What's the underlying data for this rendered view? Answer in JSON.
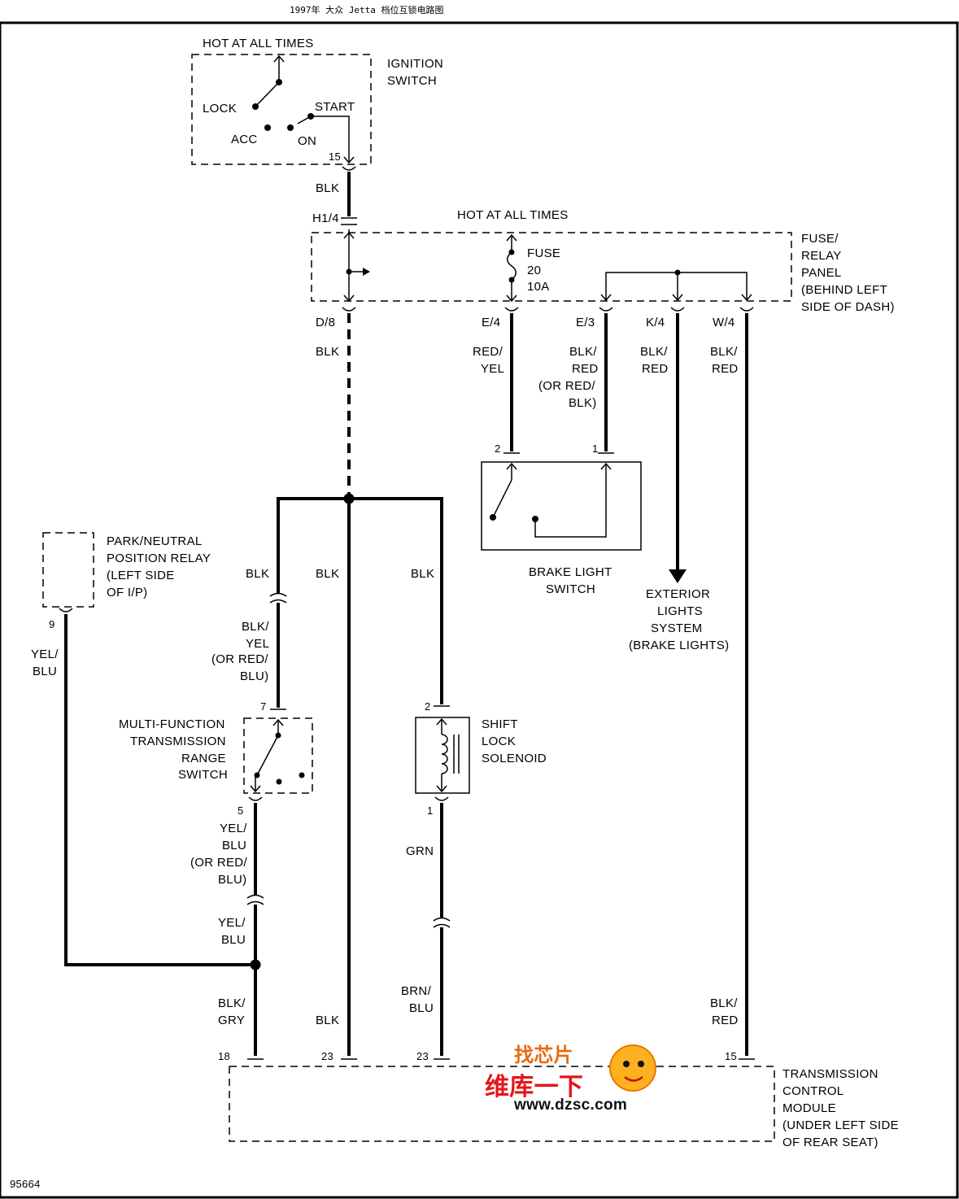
{
  "title": "1997年 大众 Jetta 档位互锁电路图",
  "diagram_id": "95664",
  "components": {
    "ignition_switch": {
      "label": [
        "IGNITION",
        "SWITCH"
      ],
      "hot": "HOT AT ALL TIMES",
      "positions": [
        "LOCK",
        "ACC",
        "START",
        "ON"
      ],
      "pin": "15"
    },
    "fuse_relay_panel": {
      "label": [
        "FUSE/",
        "RELAY",
        "PANEL",
        "(BEHIND LEFT",
        "SIDE OF DASH)"
      ],
      "hot": "HOT AT ALL TIMES",
      "fuse": [
        "FUSE",
        "20",
        "10A"
      ]
    },
    "brake_light_switch": {
      "label": [
        "BRAKE LIGHT",
        "SWITCH"
      ],
      "pins": [
        "2",
        "1"
      ]
    },
    "exterior_lights": {
      "label": [
        "EXTERIOR",
        "LIGHTS",
        "SYSTEM",
        "(BRAKE LIGHTS)"
      ]
    },
    "park_neutral_relay": {
      "label": [
        "PARK/NEUTRAL",
        "POSITION RELAY",
        "(LEFT SIDE",
        "OF I/P)"
      ],
      "pin": "9"
    },
    "range_switch": {
      "label": [
        "MULTI-FUNCTION",
        "TRANSMISSION",
        "RANGE",
        "SWITCH"
      ],
      "pins": [
        "7",
        "5"
      ]
    },
    "shift_lock_solenoid": {
      "label": [
        "SHIFT",
        "LOCK",
        "SOLENOID"
      ],
      "pins": [
        "2",
        "1"
      ]
    },
    "tcm": {
      "label": [
        "TRANSMISSION",
        "CONTROL",
        "MODULE",
        "(UNDER LEFT SIDE",
        "OF REAR SEAT)"
      ],
      "pins": [
        "18",
        "23",
        "23",
        "15"
      ]
    }
  },
  "connectors": {
    "h1_4": "H1/4",
    "d_8": "D/8",
    "e_4": "E/4",
    "e_3": "E/3",
    "k_4": "K/4",
    "w_4": "W/4"
  },
  "wires": {
    "ign_out": [
      "BLK"
    ],
    "d8_out": [
      "BLK"
    ],
    "e4": [
      "RED/",
      "YEL"
    ],
    "e3": [
      "BLK/",
      "RED",
      "(OR RED/",
      "BLK)"
    ],
    "k4": [
      "BLK/",
      "RED"
    ],
    "w4": [
      "BLK/",
      "RED"
    ],
    "left_branch": [
      "BLK"
    ],
    "mid_branch": [
      "BLK"
    ],
    "right_branch": [
      "BLK"
    ],
    "to_range": [
      "BLK/",
      "YEL",
      "(OR RED/",
      "BLU)"
    ],
    "relay_out": [
      "YEL/",
      "BLU"
    ],
    "range_out": [
      "YEL/",
      "BLU",
      "(OR RED/",
      "BLU)"
    ],
    "range_out2": [
      "YEL/",
      "BLU"
    ],
    "to_tcm18": [
      "BLK/",
      "GRY"
    ],
    "to_tcm23a": [
      "BLK"
    ],
    "solenoid_out": [
      "GRN"
    ],
    "to_tcm23b": [
      "BRN/",
      "BLU"
    ],
    "to_tcm15": [
      "BLK/",
      "RED"
    ]
  },
  "watermark": {
    "top": "找芯片",
    "cn": "维库一下",
    "url": "www.dzsc.com"
  }
}
